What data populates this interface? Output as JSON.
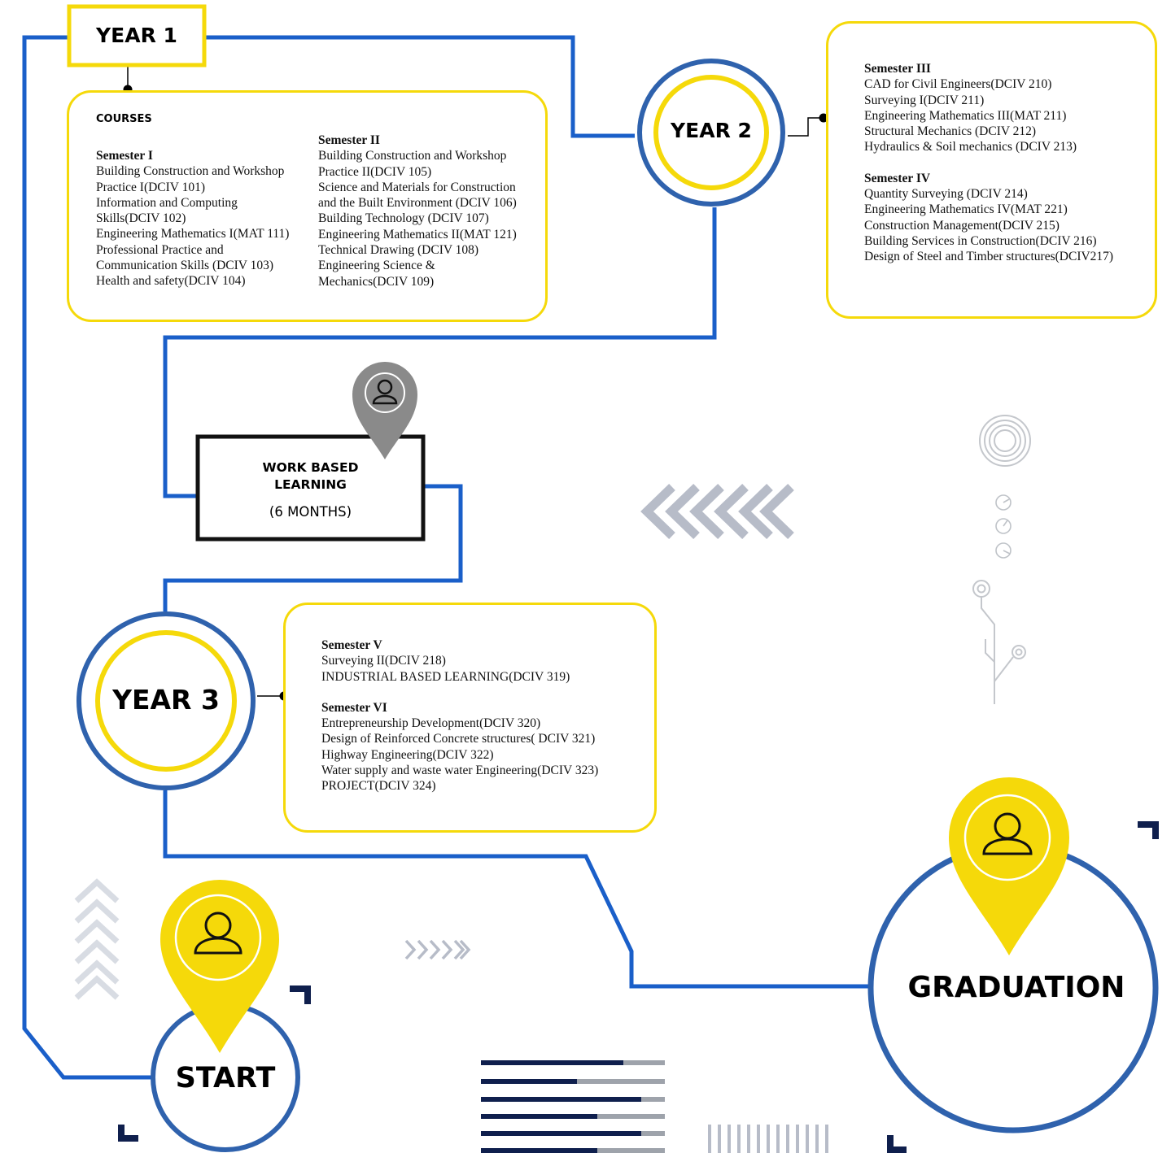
{
  "year1": {
    "label": "YEAR 1",
    "courses_heading": "COURSES",
    "semester1": {
      "title": "Semester I",
      "lines": [
        "Building Construction and Workshop",
        "Practice I(DCIV 101)",
        "Information and Computing",
        "Skills(DCIV 102)",
        "Engineering Mathematics I(MAT 111)",
        "Professional Practice and",
        "Communication Skills (DCIV 103)",
        "Health and safety(DCIV 104)"
      ]
    },
    "semester2": {
      "title": "Semester II",
      "lines": [
        "Building Construction and Workshop",
        "Practice II(DCIV 105)",
        "Science and Materials for Construction",
        "and the Built Environment (DCIV 106)",
        "Building Technology (DCIV 107)",
        "Engineering Mathematics II(MAT 121)",
        "Technical Drawing (DCIV 108)",
        "Engineering Science &",
        "Mechanics(DCIV 109)"
      ]
    }
  },
  "year2": {
    "label": "YEAR 2",
    "semester3": {
      "title": "Semester III",
      "lines": [
        "CAD for Civil Engineers(DCIV 210)",
        "Surveying I(DCIV 211)",
        "Engineering Mathematics III(MAT 211)",
        "Structural Mechanics (DCIV 212)",
        "Hydraulics  &  Soil mechanics (DCIV 213)"
      ]
    },
    "semester4": {
      "title": "Semester IV",
      "lines": [
        "Quantity Surveying (DCIV 214)",
        "Engineering Mathematics IV(MAT 221)",
        "Construction Management(DCIV 215)",
        "Building Services in Construction(DCIV 216)",
        "Design of Steel and Timber structures(DCIV217)"
      ]
    }
  },
  "work_based": {
    "title_line1": "WORK BASED",
    "title_line2": "LEARNING",
    "duration": "(6 MONTHS)"
  },
  "year3": {
    "label": "YEAR 3",
    "semester5": {
      "title": "Semester V",
      "lines": [
        "Surveying II(DCIV 218)",
        "INDUSTRIAL BASED LEARNING(DCIV 319)"
      ]
    },
    "semester6": {
      "title": "Semester VI",
      "lines": [
        "Entrepreneurship Development(DCIV 320)",
        "Design of Reinforced Concrete structures( DCIV 321)",
        "Highway Engineering(DCIV 322)",
        "Water supply and waste water Engineering(DCIV 323)",
        "PROJECT(DCIV 324)"
      ]
    }
  },
  "start": {
    "label": "START"
  },
  "graduation": {
    "label": "GRADUATION"
  },
  "colors": {
    "path_blue": "#1a5fc9",
    "ring_blue": "#2f62ad",
    "accent_yellow": "#f5d90a",
    "pin_gray": "#8a8a8a",
    "chevron_gray": "#b7bcc8",
    "navy": "#0f1f4d"
  },
  "icons": [
    "person-icon",
    "location-pin-icon",
    "chevron-left-icon",
    "chevron-up-icon",
    "chevron-right-icon"
  ]
}
